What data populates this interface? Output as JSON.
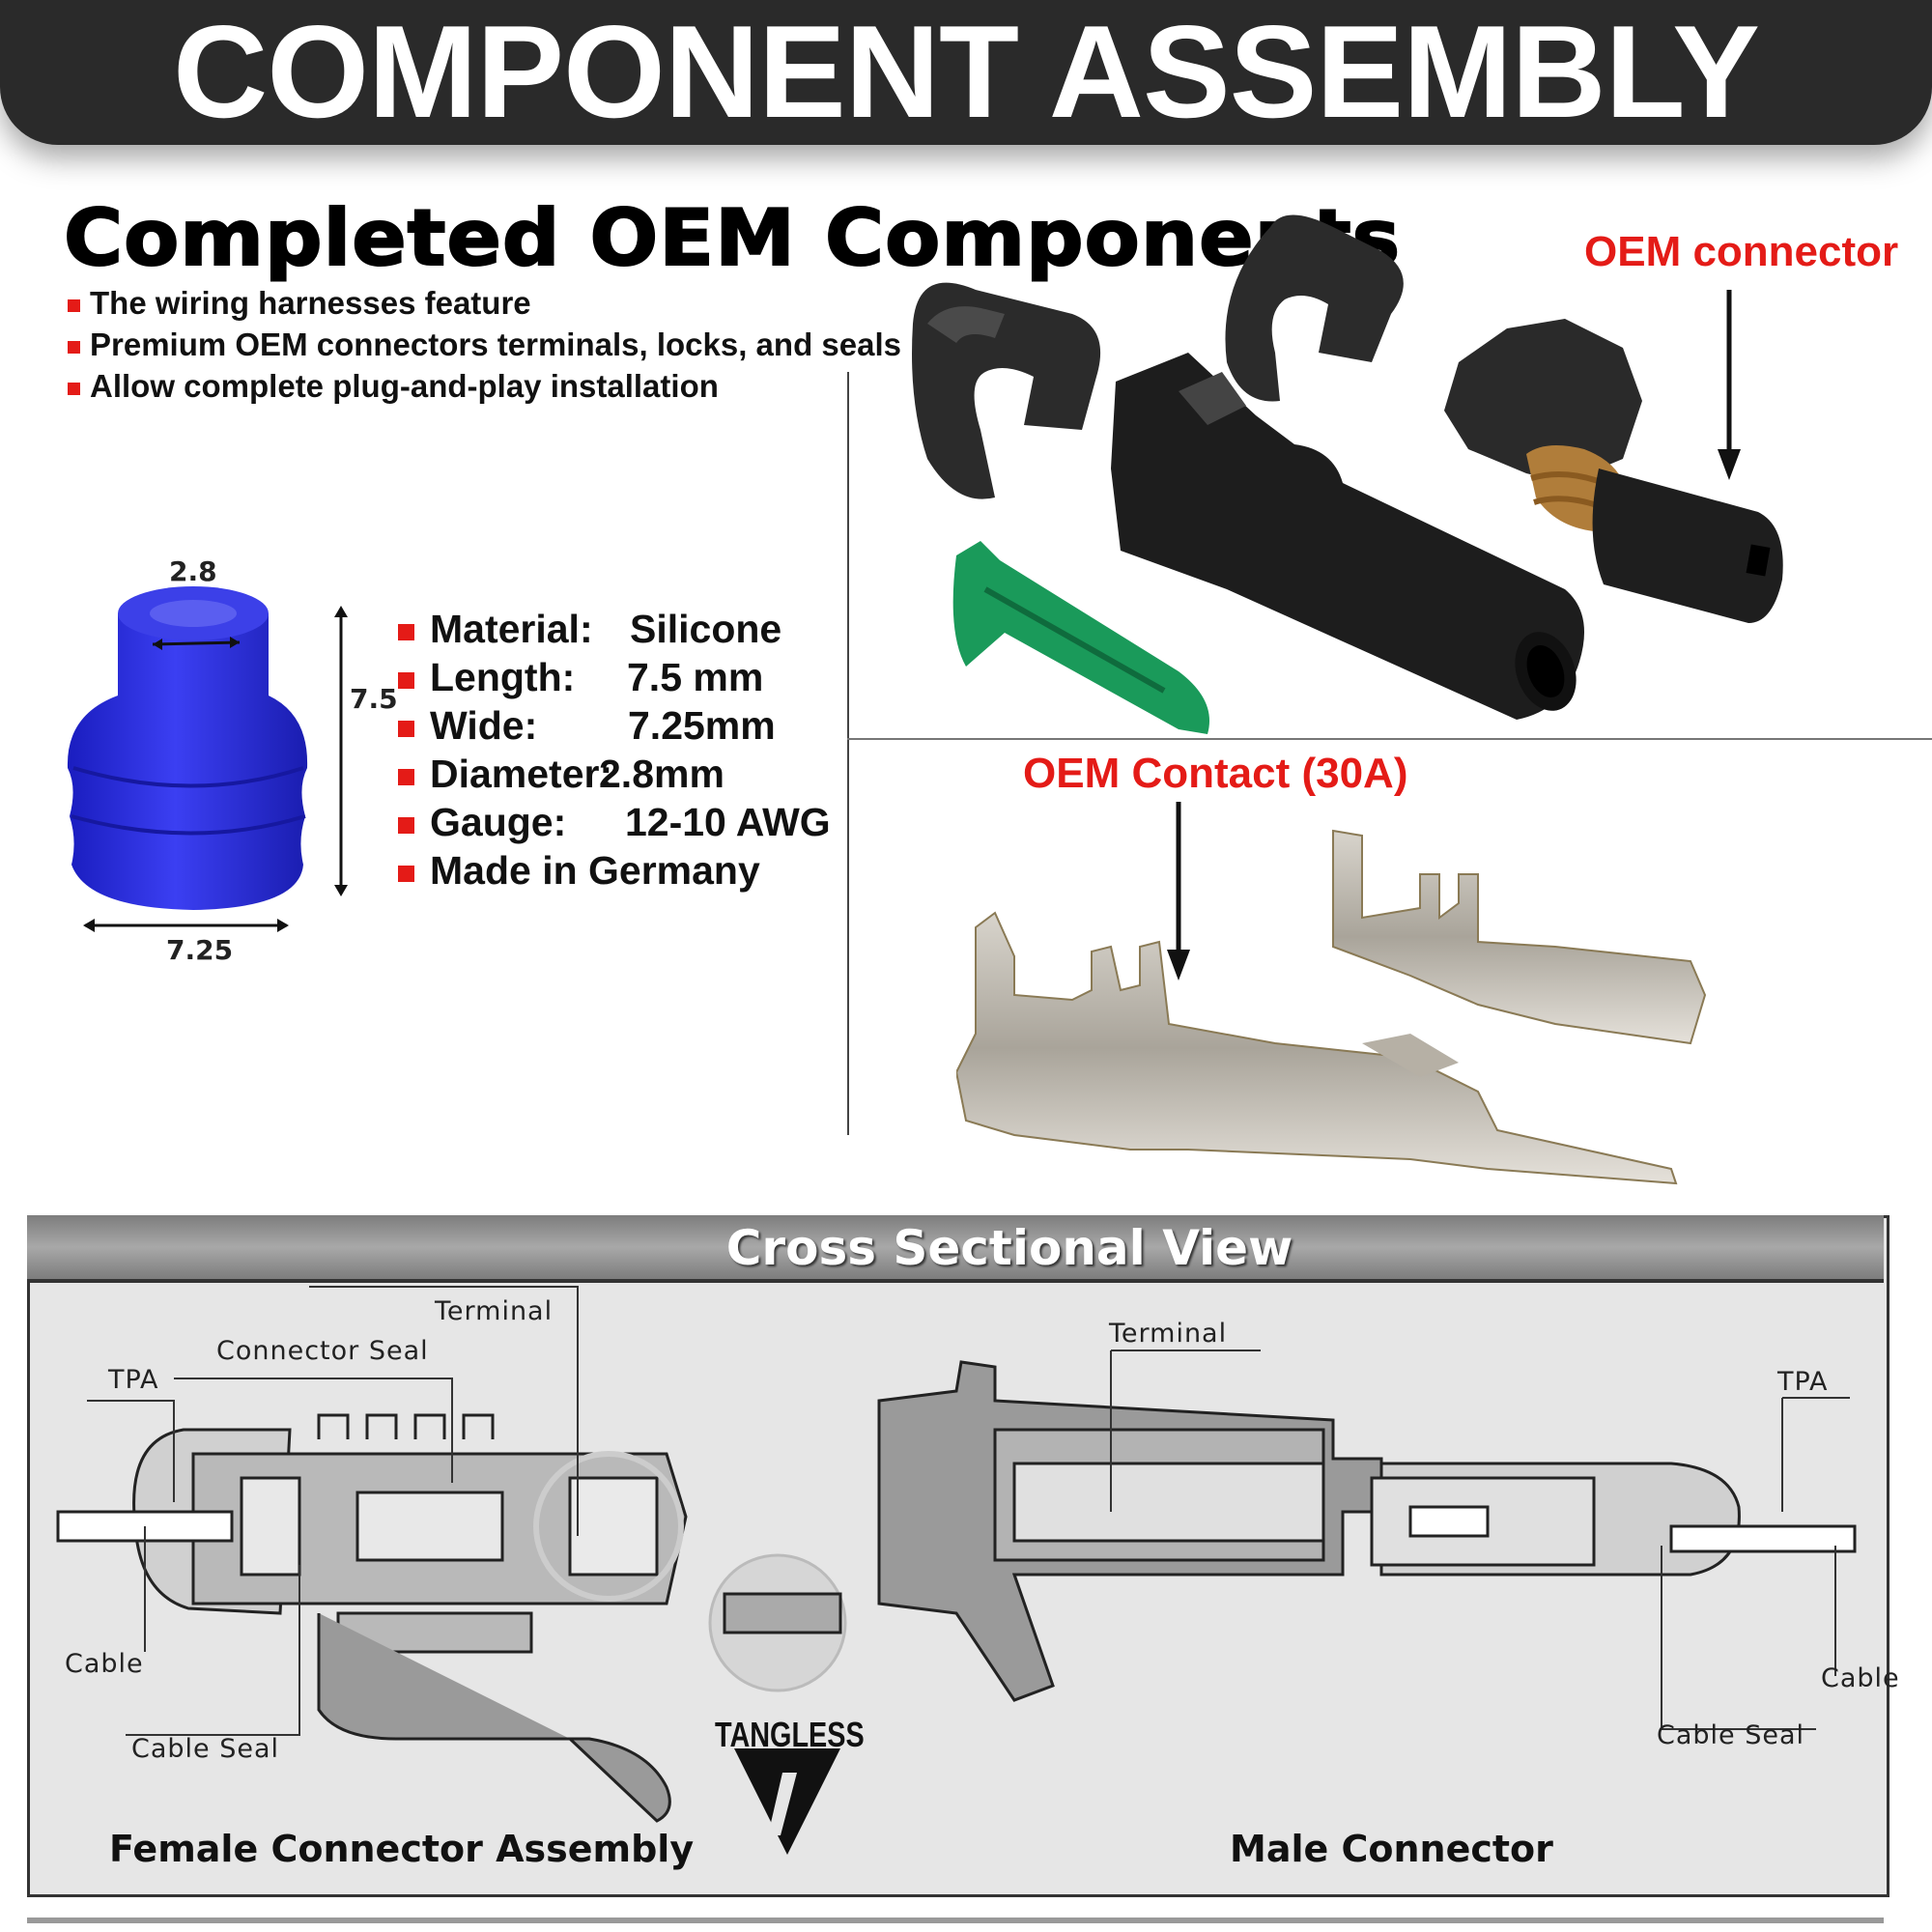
{
  "banner": {
    "title": "COMPONENT ASSEMBLY"
  },
  "oem": {
    "title": "Completed OEM Components",
    "features": [
      "The wiring harnesses feature",
      "Premium OEM connectors terminals, locks, and seals",
      "Allow complete plug-and-play installation"
    ]
  },
  "seal": {
    "dim_top": "2.8",
    "dim_side": "7.5",
    "dim_bottom": "7.25",
    "specs": [
      {
        "label": "Material:",
        "value": "Silicone"
      },
      {
        "label": "Length:",
        "value": "7.5 mm"
      },
      {
        "label": "Wide:",
        "value": "7.25mm"
      },
      {
        "label": "Diameter:",
        "value": "2.8mm"
      },
      {
        "label": "Gauge:",
        "value": "12-10 AWG"
      },
      {
        "label": "Made in Germany",
        "value": ""
      }
    ]
  },
  "labels": {
    "connector": "OEM connector",
    "contact": "OEM Contact (30A)"
  },
  "cross_section": {
    "title": "Cross Sectional View",
    "female": {
      "caption": "Female Connector Assembly",
      "terminal": "Terminal",
      "connector_seal": "Connector Seal",
      "tpa": "TPA",
      "cable": "Cable",
      "cable_seal": "Cable Seal"
    },
    "male": {
      "caption": "Male Connector",
      "terminal": "Terminal",
      "tpa": "TPA",
      "cable": "Cable",
      "cable_seal": "Cable Seal"
    },
    "brand": "TANGLESS"
  },
  "colors": {
    "accent_red": "#e41b17",
    "banner_bg": "#2a2a2a",
    "seal_blue": "#2a2ee0",
    "tpa_green": "#1a9a5a"
  }
}
